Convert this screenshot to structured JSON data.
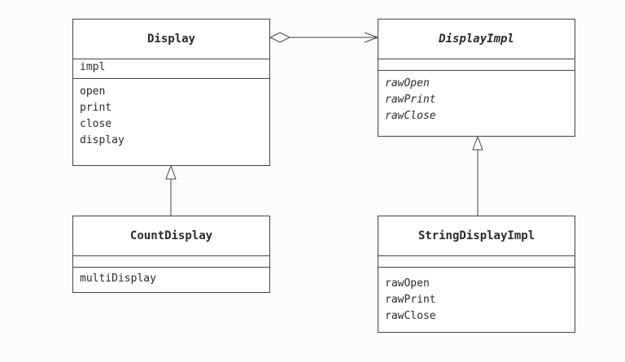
{
  "classes": {
    "display": {
      "name": "Display",
      "attributes": [
        "impl"
      ],
      "operations": [
        "open",
        "print",
        "close",
        "display"
      ]
    },
    "display_impl": {
      "name": "DisplayImpl",
      "abstract": true,
      "attributes": [],
      "operations": [
        "rawOpen",
        "rawPrint",
        "rawClose"
      ]
    },
    "count_display": {
      "name": "CountDisplay",
      "attributes": [],
      "operations": [
        "multiDisplay"
      ]
    },
    "string_display_impl": {
      "name": "StringDisplayImpl",
      "attributes": [],
      "operations": [
        "rawOpen",
        "rawPrint",
        "rawClose"
      ]
    }
  },
  "relationships": [
    {
      "type": "aggregation",
      "from": "Display",
      "to": "DisplayImpl"
    },
    {
      "type": "generalization",
      "from": "CountDisplay",
      "to": "Display"
    },
    {
      "type": "generalization",
      "from": "StringDisplayImpl",
      "to": "DisplayImpl"
    }
  ],
  "colors": {
    "line": "#444444",
    "background": "#fcfcfb"
  }
}
